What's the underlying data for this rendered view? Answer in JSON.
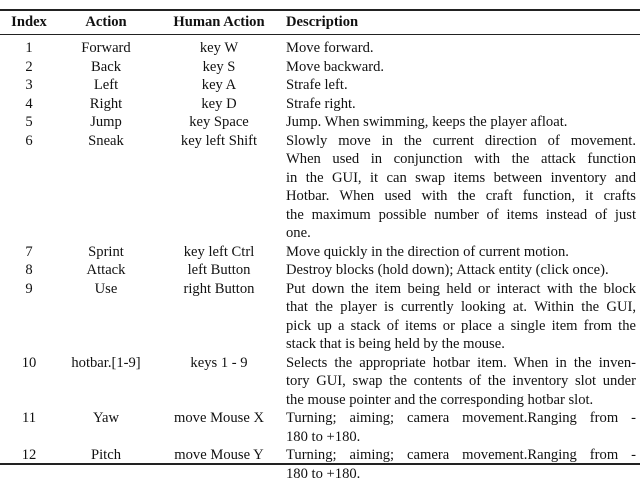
{
  "table": {
    "headers": [
      "Index",
      "Action",
      "Human Action",
      "Description"
    ],
    "rows": [
      {
        "index": "1",
        "action": "Forward",
        "human": "key W",
        "desc": [
          "Move forward."
        ]
      },
      {
        "index": "2",
        "action": "Back",
        "human": "key S",
        "desc": [
          "Move backward."
        ]
      },
      {
        "index": "3",
        "action": "Left",
        "human": "key A",
        "desc": [
          "Strafe left."
        ]
      },
      {
        "index": "4",
        "action": "Right",
        "human": "key D",
        "desc": [
          "Strafe right."
        ]
      },
      {
        "index": "5",
        "action": "Jump",
        "human": "key Space",
        "desc": [
          "Jump. When swimming, keeps the player afloat."
        ]
      },
      {
        "index": "6",
        "action": "Sneak",
        "human": "key left Shift",
        "desc": [
          "Slowly move in the current direction of movement.",
          "When used in conjunction with the attack function",
          "in the GUI, it can swap items between inventory and",
          "Hotbar. When used with the craft function, it crafts",
          "the maximum possible number of items instead of just",
          "one."
        ]
      },
      {
        "index": "7",
        "action": "Sprint",
        "human": "key left Ctrl",
        "desc": [
          "Move quickly in the direction of current motion."
        ]
      },
      {
        "index": "8",
        "action": "Attack",
        "human": "left Button",
        "desc": [
          "Destroy blocks (hold down); Attack entity (click once)."
        ]
      },
      {
        "index": "9",
        "action": "Use",
        "human": "right Button",
        "desc": [
          "Put down the item being held or interact with the block",
          "that the player is currently looking at. Within the GUI,",
          "pick up a stack of items or place a single item from the",
          "stack that is being held by the mouse."
        ]
      },
      {
        "index": "10",
        "action": "hotbar.[1-9]",
        "human": "keys 1 - 9",
        "desc": [
          "Selects the appropriate hotbar item. When in the inven-",
          "tory GUI, swap the contents of the inventory slot under",
          "the mouse pointer and the corresponding hotbar slot."
        ]
      },
      {
        "index": "11",
        "action": "Yaw",
        "human": "move Mouse X",
        "desc": [
          "Turning; aiming; camera movement.Ranging from -",
          "180 to +180."
        ]
      },
      {
        "index": "12",
        "action": "Pitch",
        "human": "move Mouse Y",
        "desc": [
          "Turning; aiming; camera movement.Ranging from -",
          "180 to +180."
        ]
      }
    ]
  }
}
